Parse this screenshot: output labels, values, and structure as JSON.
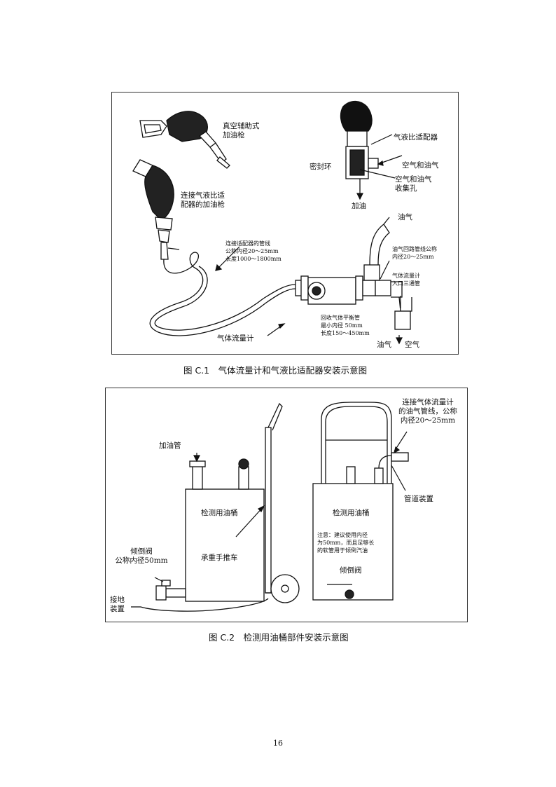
{
  "figure1": {
    "caption": "图 C.1　气体流量计和气液比适配器安装示意图",
    "labels": {
      "vacuum_nozzle": "真空辅助式\n加油枪",
      "nozzle_with_adapter": "连接气液比适\n配器的加油枪",
      "adapter": "气液比适配器",
      "seal_ring": "密封环",
      "air_vapor": "空气和油气",
      "collection_holes": "空气和油气\n收集孔",
      "refuel": "加油",
      "vapor_top": "油气",
      "adapter_hose": "连接适配器的管线\n公称内径20～25mm\n长度1000～1800mm",
      "return_pipe": "油气回路管线公称\n内径20～25mm",
      "meter_inlet_tee": "气体流量计\n入口三通管",
      "balance_pipe": "回收气体平衡管\n最小内径 50mm\n长度150～450mm",
      "gas_meter": "气体流量计",
      "vapor_bottom": "油气",
      "air": "空气"
    }
  },
  "figure2": {
    "caption": "图 C.2　检测用油桶部件安装示意图",
    "labels": {
      "fill_pipe": "加油管",
      "tilt_valve_left": "倾倒阀\n公称内径50mm",
      "grounding": "接地\n装置",
      "drum_left": "检测用油桶",
      "hand_truck": "承重手推车",
      "connect_line": "连接气体流量计\n的油气管线，公称\n内径20～25mm",
      "pipe_device": "管道装置",
      "drum_right": "检测用油桶",
      "note": "注意：建议使用内径\n为50mm，而且足够长\n的软管用于倾倒汽油",
      "tilt_valve_right": "倾倒阀"
    }
  },
  "page_number": "16"
}
